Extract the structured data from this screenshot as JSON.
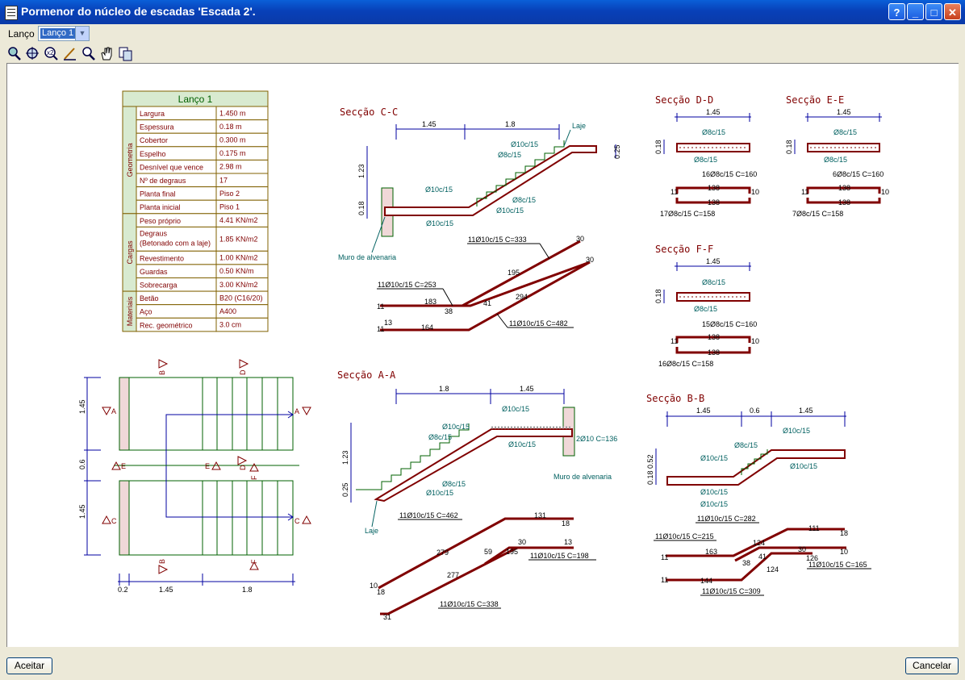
{
  "window": {
    "title": "Pormenor do núcleo de escadas 'Escada 2'.",
    "buttons": {
      "help": "?",
      "minimize": "_",
      "maximize": "□",
      "close": "✕"
    }
  },
  "selector": {
    "label": "Lanço",
    "value": "Lanço 1"
  },
  "toolbar": {
    "tools": [
      "zoom-region-icon",
      "zoom-all-icon",
      "zoom-x2-icon",
      "draw-line-icon",
      "zoom-out-icon",
      "pan-hand-icon",
      "copy-icon"
    ]
  },
  "table": {
    "header": "Lanço 1",
    "groups": [
      {
        "name": "Geometria",
        "rows": [
          [
            "Largura",
            "1.450 m"
          ],
          [
            "Espessura",
            "0.18 m"
          ],
          [
            "Cobertor",
            "0.300 m"
          ],
          [
            "Espelho",
            "0.175 m"
          ],
          [
            "Desnível que vence",
            "2.98 m"
          ],
          [
            "Nº de degraus",
            "17"
          ],
          [
            "Planta final",
            "Piso 2"
          ],
          [
            "Planta inicial",
            "Piso 1"
          ]
        ]
      },
      {
        "name": "Cargas",
        "rows": [
          [
            "Peso próprio",
            "4.41 KN/m2"
          ],
          [
            "Degraus|(Betonado com a laje)",
            "1.85 KN/m2"
          ],
          [
            "Revestimento",
            "1.00 KN/m2"
          ],
          [
            "Guardas",
            "0.50 KN/m"
          ],
          [
            "Sobrecarga",
            "3.00 KN/m2"
          ]
        ]
      },
      {
        "name": "Materiais",
        "rows": [
          [
            "Betão",
            "B20 (C16/20)"
          ],
          [
            "Aço",
            "A400"
          ],
          [
            "Rec. geométrico",
            "3.0 cm"
          ]
        ]
      }
    ]
  },
  "plan": {
    "dims_left": [
      "1.45",
      "0.6",
      "1.45"
    ],
    "dims_bottom": [
      "0.2",
      "1.45",
      "1.8"
    ],
    "markers": {
      "B": "B",
      "D": "D",
      "A": "A",
      "E": "E",
      "F": "F",
      "C": "C"
    }
  },
  "section_cc": {
    "title": "Secção C-C",
    "dims": [
      "1.45",
      "1.8",
      "1.23",
      "0.18",
      "0.25"
    ],
    "labels": [
      "Laje",
      "Ø10c/15",
      "Ø8c/15",
      "Ø10c/15",
      "Ø10c/15",
      "Ø8c/15",
      "Ø10c/15",
      "Muro de alvenaria"
    ],
    "bars": [
      "11Ø10c/15 C=333",
      "11Ø10c/15 C=253",
      "11Ø10c/15 C=482"
    ],
    "small": [
      "30",
      "30",
      "195",
      "294",
      "183",
      "11",
      "38",
      "41",
      "11",
      "13",
      "164"
    ]
  },
  "section_aa": {
    "title": "Secção A-A",
    "dims": [
      "1.8",
      "1.45",
      "1.23",
      "0.25"
    ],
    "labels": [
      "Ø10c/15",
      "Ø10c/15",
      "Ø8c/15",
      "Ø10c/15",
      "2Ø10 C=136",
      "Ø8c/15",
      "Ø10c/15",
      "Muro de alvenaria",
      "Laje"
    ],
    "bars": [
      "11Ø10c/15 C=462",
      "11Ø10c/15 C=198",
      "11Ø10c/15 C=338"
    ],
    "small": [
      "131",
      "18",
      "279",
      "30",
      "13",
      "59",
      "195",
      "277",
      "10",
      "18",
      "31"
    ]
  },
  "section_dd": {
    "title": "Secção D-D",
    "dims": [
      "1.45",
      "0.18"
    ],
    "labels": [
      "Ø8c/15",
      "Ø8c/15"
    ],
    "bars": [
      "16Ø8c/15 C=160",
      "17Ø8c/15 C=158"
    ],
    "small": [
      "138",
      "11",
      "10"
    ]
  },
  "section_ee": {
    "title": "Secção E-E",
    "dims": [
      "1.45",
      "0.18"
    ],
    "labels": [
      "Ø8c/15",
      "Ø8c/15"
    ],
    "bars": [
      "6Ø8c/15 C=160",
      "7Ø8c/15 C=158"
    ],
    "small": [
      "138",
      "11",
      "10"
    ]
  },
  "section_ff": {
    "title": "Secção F-F",
    "dims": [
      "1.45",
      "0.18"
    ],
    "labels": [
      "Ø8c/15",
      "Ø8c/15"
    ],
    "bars": [
      "15Ø8c/15 C=160",
      "16Ø8c/15 C=158"
    ],
    "small": [
      "138",
      "11",
      "10"
    ]
  },
  "section_bb": {
    "title": "Secção B-B",
    "dims": [
      "1.45",
      "0.6",
      "1.45",
      "0.52",
      "0.18"
    ],
    "labels": [
      "Ø10c/15",
      "Ø8c/15",
      "Ø10c/15",
      "Ø10c/15",
      "Ø10c/15",
      "Ø10c/15"
    ],
    "bars": [
      "11Ø10c/15 C=282",
      "11Ø10c/15 C=215",
      "11Ø10c/15 C=165",
      "11Ø10c/15 C=309"
    ],
    "small": [
      "111",
      "18",
      "163",
      "124",
      "30",
      "126",
      "38",
      "41",
      "10",
      "144",
      "124",
      "11",
      "11"
    ]
  },
  "footer": {
    "accept": "Aceitar",
    "cancel": "Cancelar"
  }
}
